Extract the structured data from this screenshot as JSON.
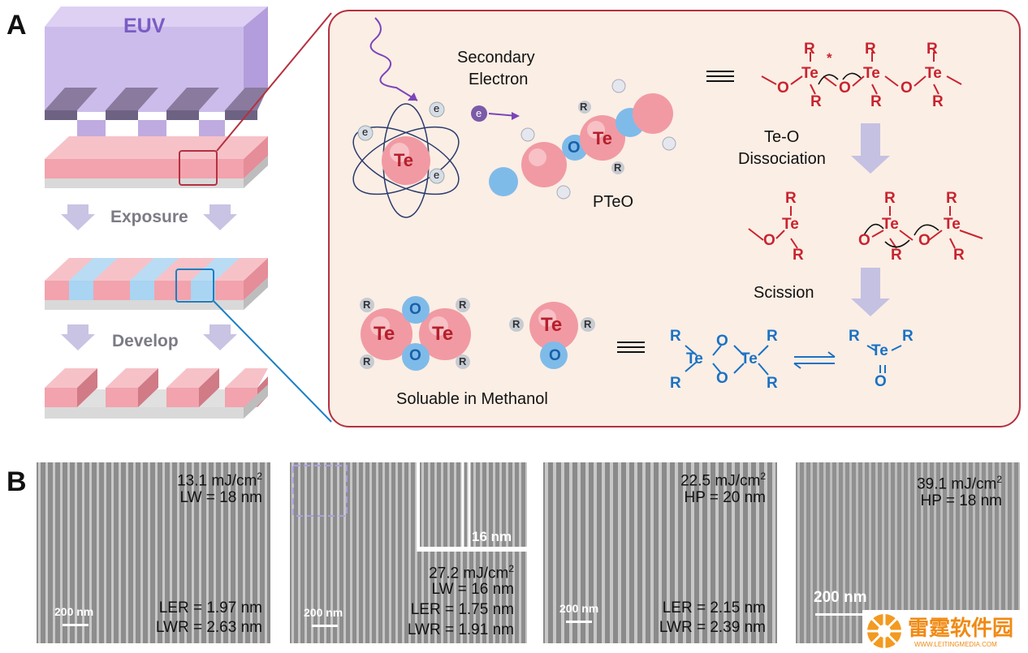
{
  "panel_a": {
    "letter": "A",
    "euv": "EUV",
    "exposure": "Exposure",
    "develop": "Develop",
    "secondary_line1": "Secondary",
    "secondary_line2": "Electron",
    "pteo": "PTeO",
    "dissoc_line1": "Te-O",
    "dissoc_line2": "Dissociation",
    "scission": "Scission",
    "soluble": "Soluable in Methanol",
    "atom_te": "Te",
    "atom_o": "O",
    "atom_r": "R",
    "electron": "e",
    "radical_mark": "*",
    "colors": {
      "resist": "#f2a3ad",
      "exposed": "#a9d4f2",
      "euv": "#a88fd3",
      "outline_red": "#b53040",
      "outline_blue": "#1b7fc4",
      "chem_red": "#c8242f",
      "chem_blue": "#1a72c4"
    }
  },
  "panel_b": {
    "letter": "B",
    "images": [
      {
        "dose": "13.1 mJ/cm",
        "dose_sup": "2",
        "size": "LW = 18 nm",
        "ler": "LER = 1.97 nm",
        "lwr": "LWR = 2.63 nm",
        "scale": "200 nm"
      },
      {
        "dose": "27.2 mJ/cm",
        "dose_sup": "2",
        "size": "LW = 16 nm",
        "ler": "LER = 1.75 nm",
        "lwr": "LWR = 1.91 nm",
        "scale": "200 nm",
        "inset": "16 nm"
      },
      {
        "dose": "22.5 mJ/cm",
        "dose_sup": "2",
        "size": "HP = 20 nm",
        "ler": "LER = 2.15 nm",
        "lwr": "LWR = 2.39 nm",
        "scale": "200 nm"
      },
      {
        "dose": "39.1 mJ/cm",
        "dose_sup": "2",
        "size": "HP = 18 nm",
        "scale": "200 nm"
      }
    ]
  },
  "watermark": {
    "title": "雷霆软件园",
    "url": "WWW.LEITINGMEDIA.COM"
  }
}
